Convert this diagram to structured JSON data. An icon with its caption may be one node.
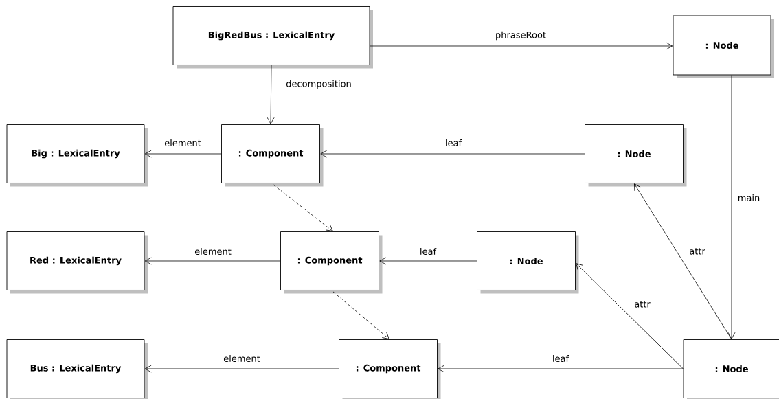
{
  "diagram": {
    "nodes": [
      {
        "text": [
          "BigRedBus : LexicalEntry"
        ]
      },
      {
        "text": [
          ": Node"
        ]
      },
      {
        "text": [
          "Big : LexicalEntry"
        ]
      },
      {
        "text": [
          ": Component"
        ]
      },
      {
        "text": [
          ": Node"
        ]
      },
      {
        "text": [
          "Red : LexicalEntry"
        ]
      },
      {
        "text": [
          ": Component"
        ]
      },
      {
        "text": [
          ": Node"
        ]
      },
      {
        "text": [
          "Bus : LexicalEntry"
        ]
      },
      {
        "text": [
          ": Component"
        ]
      },
      {
        "text": [
          ": Node"
        ]
      }
    ],
    "edges": [
      {
        "from": 0,
        "to": 1,
        "arrow": "to",
        "label": "phraseRoot"
      },
      {
        "from": 0,
        "to": 3,
        "arrow": "to",
        "label": "decomposition"
      },
      {
        "from": 3,
        "to": 2,
        "arrow": "to",
        "label": "element"
      },
      {
        "from": 4,
        "to": 3,
        "arrow": "to",
        "label": "leaf"
      },
      {
        "from": 1,
        "to": 10,
        "arrow": "to",
        "label": "main"
      },
      {
        "from": 3,
        "to": 6,
        "arrow": "to",
        "style": "dashed"
      },
      {
        "from": 6,
        "to": 5,
        "arrow": "to",
        "label": "element"
      },
      {
        "from": 7,
        "to": 6,
        "arrow": "to",
        "label": "leaf"
      },
      {
        "from": 10,
        "to": 4,
        "arrow": "to",
        "label": "attr"
      },
      {
        "from": 10,
        "to": 7,
        "arrow": "to",
        "label": "attr"
      },
      {
        "from": 6,
        "to": 9,
        "arrow": "to",
        "style": "dashed"
      },
      {
        "from": 9,
        "to": 8,
        "arrow": "to",
        "label": "element"
      },
      {
        "from": 10,
        "to": 9,
        "arrow": "to",
        "label": "leaf"
      }
    ]
  }
}
